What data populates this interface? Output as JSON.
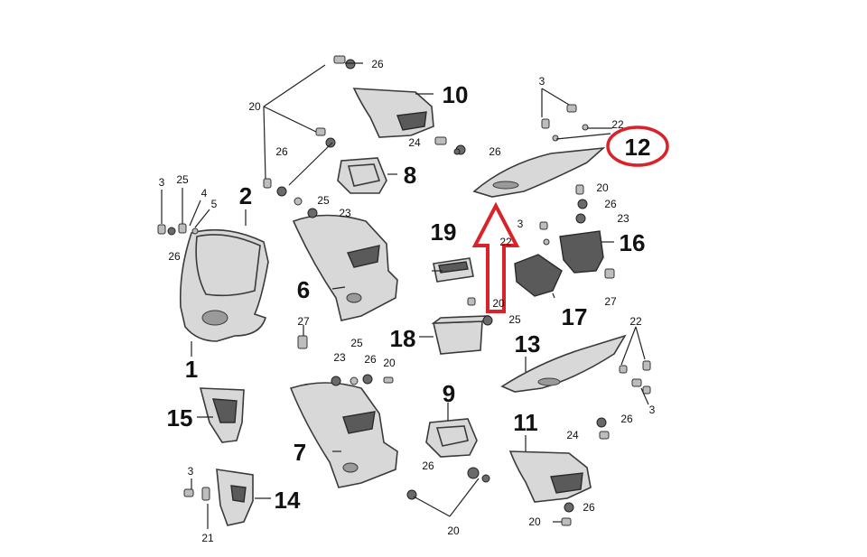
{
  "diagram": {
    "callouts": [
      "1",
      "2",
      "3",
      "4",
      "5",
      "6",
      "7",
      "8",
      "9",
      "10",
      "11",
      "12",
      "13",
      "14",
      "15",
      "16",
      "17",
      "18",
      "19",
      "20",
      "21",
      "22",
      "23",
      "24",
      "25",
      "26",
      "27"
    ],
    "highlight": {
      "label": "12",
      "color": "#d9222a"
    },
    "arrow": {
      "color": "#d9222a"
    }
  }
}
